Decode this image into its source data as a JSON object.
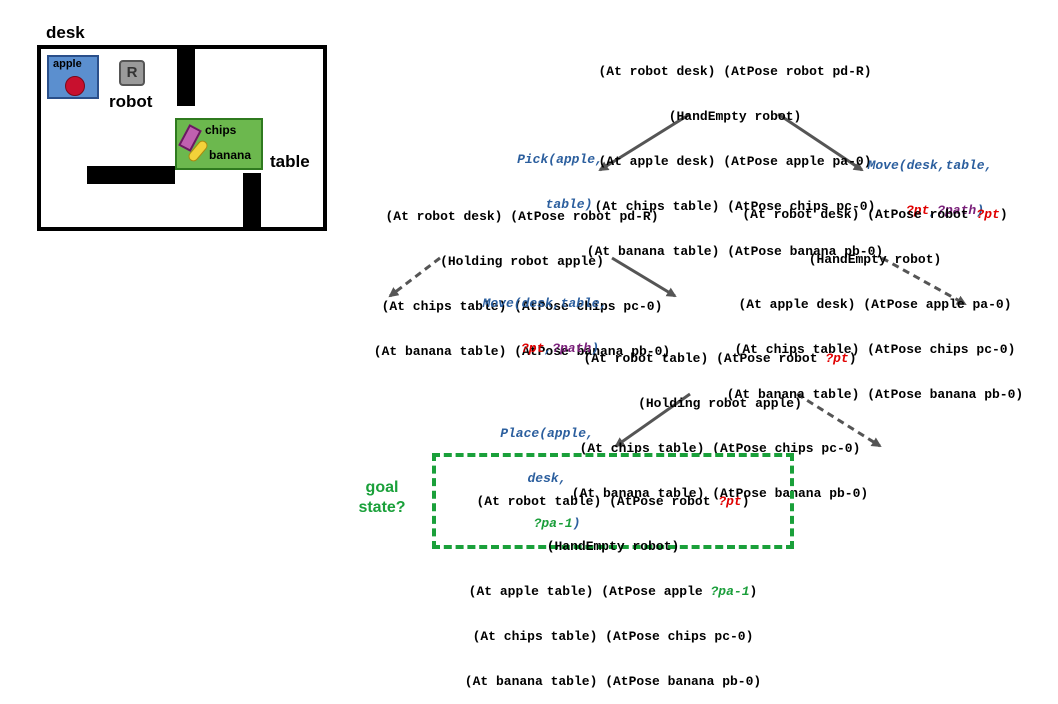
{
  "map": {
    "desk_label": "desk",
    "apple_label": "apple",
    "robot_icon_letter": "R",
    "robot_label": "robot",
    "chips_label": "chips",
    "banana_label": "banana",
    "table_label": "table"
  },
  "tree": {
    "root": {
      "lines": [
        "(At robot desk) (AtPose robot pd-R)",
        "(HandEmpty robot)",
        "(At apple desk) (AtPose apple pa-0)",
        "(At chips table) (AtPose chips pc-0)",
        "(At banana table) (AtPose banana pb-0)"
      ]
    },
    "action_pick": {
      "line1": "Pick(apple,",
      "line2": "table)"
    },
    "action_move_right": {
      "line1": "Move(desk,table,",
      "pt": "?pt",
      "sep": ",",
      "path": "?path",
      "close": ")"
    },
    "left_state": {
      "lines": [
        "(At robot desk) (AtPose robot pd-R)",
        "(Holding robot apple)",
        "(At chips table) (AtPose chips pc-0)",
        "(At banana table) (AtPose banana pb-0)"
      ]
    },
    "right_state": {
      "line1_pre": "(At robot desk) (AtPose robot ",
      "line1_var": "?pt",
      "line1_post": ")",
      "lines": [
        "(HandEmpty robot)",
        "(At apple desk) (AtPose apple pa-0)",
        "(At chips table) (AtPose chips pc-0)",
        "(At banana table) (AtPose banana pb-0)"
      ]
    },
    "action_move_mid": {
      "line1": "Move(desk,table,",
      "pt": "?pt",
      "sep": ",",
      "path": "?path",
      "close": ")"
    },
    "mid_state": {
      "line1_pre": "(At robot table) (AtPose robot ",
      "line1_var": "?pt",
      "line1_post": ")",
      "lines": [
        "(Holding robot apple)",
        "(At chips table) (AtPose chips pc-0)",
        "(At banana table) (AtPose banana pb-0)"
      ]
    },
    "action_place": {
      "line1": "Place(apple,",
      "line2": "desk,",
      "line3": "?pa-1",
      "close": ")"
    },
    "goal_label": {
      "line1": "goal",
      "line2": "state?"
    },
    "goal_state": {
      "line1_pre": "(At robot table) (AtPose robot ",
      "line1_var": "?pt",
      "line1_post": ")",
      "line2": "(HandEmpty robot)",
      "line3_pre": "(At apple table) (AtPose apple ",
      "line3_var": "?pa-1",
      "line3_post": ")",
      "line4": "(At chips table) (AtPose chips pc-0)",
      "line5": "(At banana table) (AtPose banana pb-0)"
    }
  },
  "colors": {
    "action_blue": "#2c5f9e",
    "variable_red": "#e00000",
    "variable_purple": "#7a1f7a",
    "goal_green": "#1aa03a",
    "arrow_gray": "#555555"
  }
}
